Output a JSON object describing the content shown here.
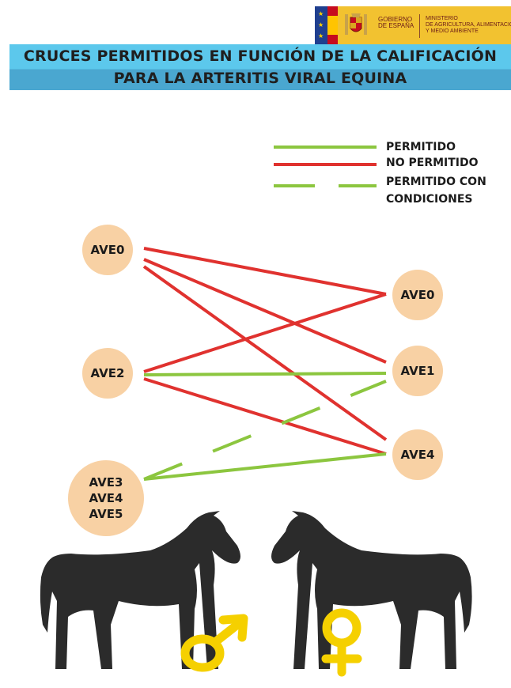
{
  "header": {
    "gov_text": "GOBIERNO\nDE ESPAÑA",
    "ministry_text": "MINISTERIO\nDE AGRICULTURA, ALIMENTACIÓN\nY MEDIO AMBIENTE",
    "band_color": "#5cc8ec"
  },
  "title": {
    "line1": "CRUCES PERMITIDOS EN FUNCIÓN DE LA CALIFICACIÓN",
    "line2": "PARA LA ARTERITIS VIRAL EQUINA"
  },
  "legend": {
    "permitted": "PERMITIDO",
    "not_permitted": "NO PERMITIDO",
    "conditional_1": "PERMITIDO CON",
    "conditional_2": "CONDICIONES"
  },
  "colors": {
    "permitted": "#8cc63f",
    "not_permitted": "#e0322f",
    "node_fill": "#f8d1a4",
    "male_symbol": "#f5d000",
    "female_symbol": "#f5d000",
    "horse": "#2b2b2b"
  },
  "nodes": {
    "male": [
      {
        "id": "m_ave0",
        "lines": [
          "AVE0"
        ]
      },
      {
        "id": "m_ave2",
        "lines": [
          "AVE2"
        ]
      },
      {
        "id": "m_ave345",
        "lines": [
          "AVE3",
          "AVE4",
          "AVE5"
        ]
      }
    ],
    "female": [
      {
        "id": "f_ave0",
        "lines": [
          "AVE0"
        ]
      },
      {
        "id": "f_ave1",
        "lines": [
          "AVE1"
        ]
      },
      {
        "id": "f_ave4",
        "lines": [
          "AVE4"
        ]
      }
    ]
  },
  "crosses": [
    {
      "from": "m_ave0",
      "to": "f_ave0",
      "status": "not_permitted"
    },
    {
      "from": "m_ave0",
      "to": "f_ave1",
      "status": "not_permitted"
    },
    {
      "from": "m_ave0",
      "to": "f_ave4",
      "status": "not_permitted"
    },
    {
      "from": "m_ave2",
      "to": "f_ave0",
      "status": "not_permitted"
    },
    {
      "from": "m_ave2",
      "to": "f_ave1",
      "status": "permitted"
    },
    {
      "from": "m_ave2",
      "to": "f_ave4",
      "status": "not_permitted"
    },
    {
      "from": "m_ave345",
      "to": "f_ave1",
      "status": "conditional"
    },
    {
      "from": "m_ave345",
      "to": "f_ave4",
      "status": "permitted"
    }
  ],
  "symbols": {
    "male": "male-symbol",
    "female": "female-symbol",
    "horse": "horse-silhouette"
  }
}
